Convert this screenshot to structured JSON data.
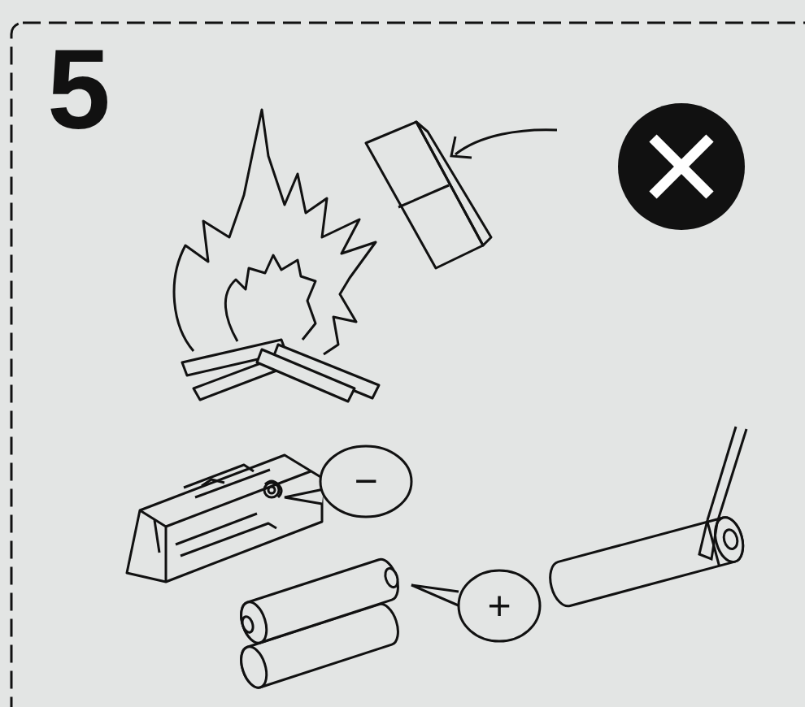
{
  "diagram": {
    "nodes": [
      {
        "text": [
          "−"
        ]
      },
      {
        "text": [
          "+"
        ]
      }
    ],
    "labels": [
      "5"
    ]
  }
}
